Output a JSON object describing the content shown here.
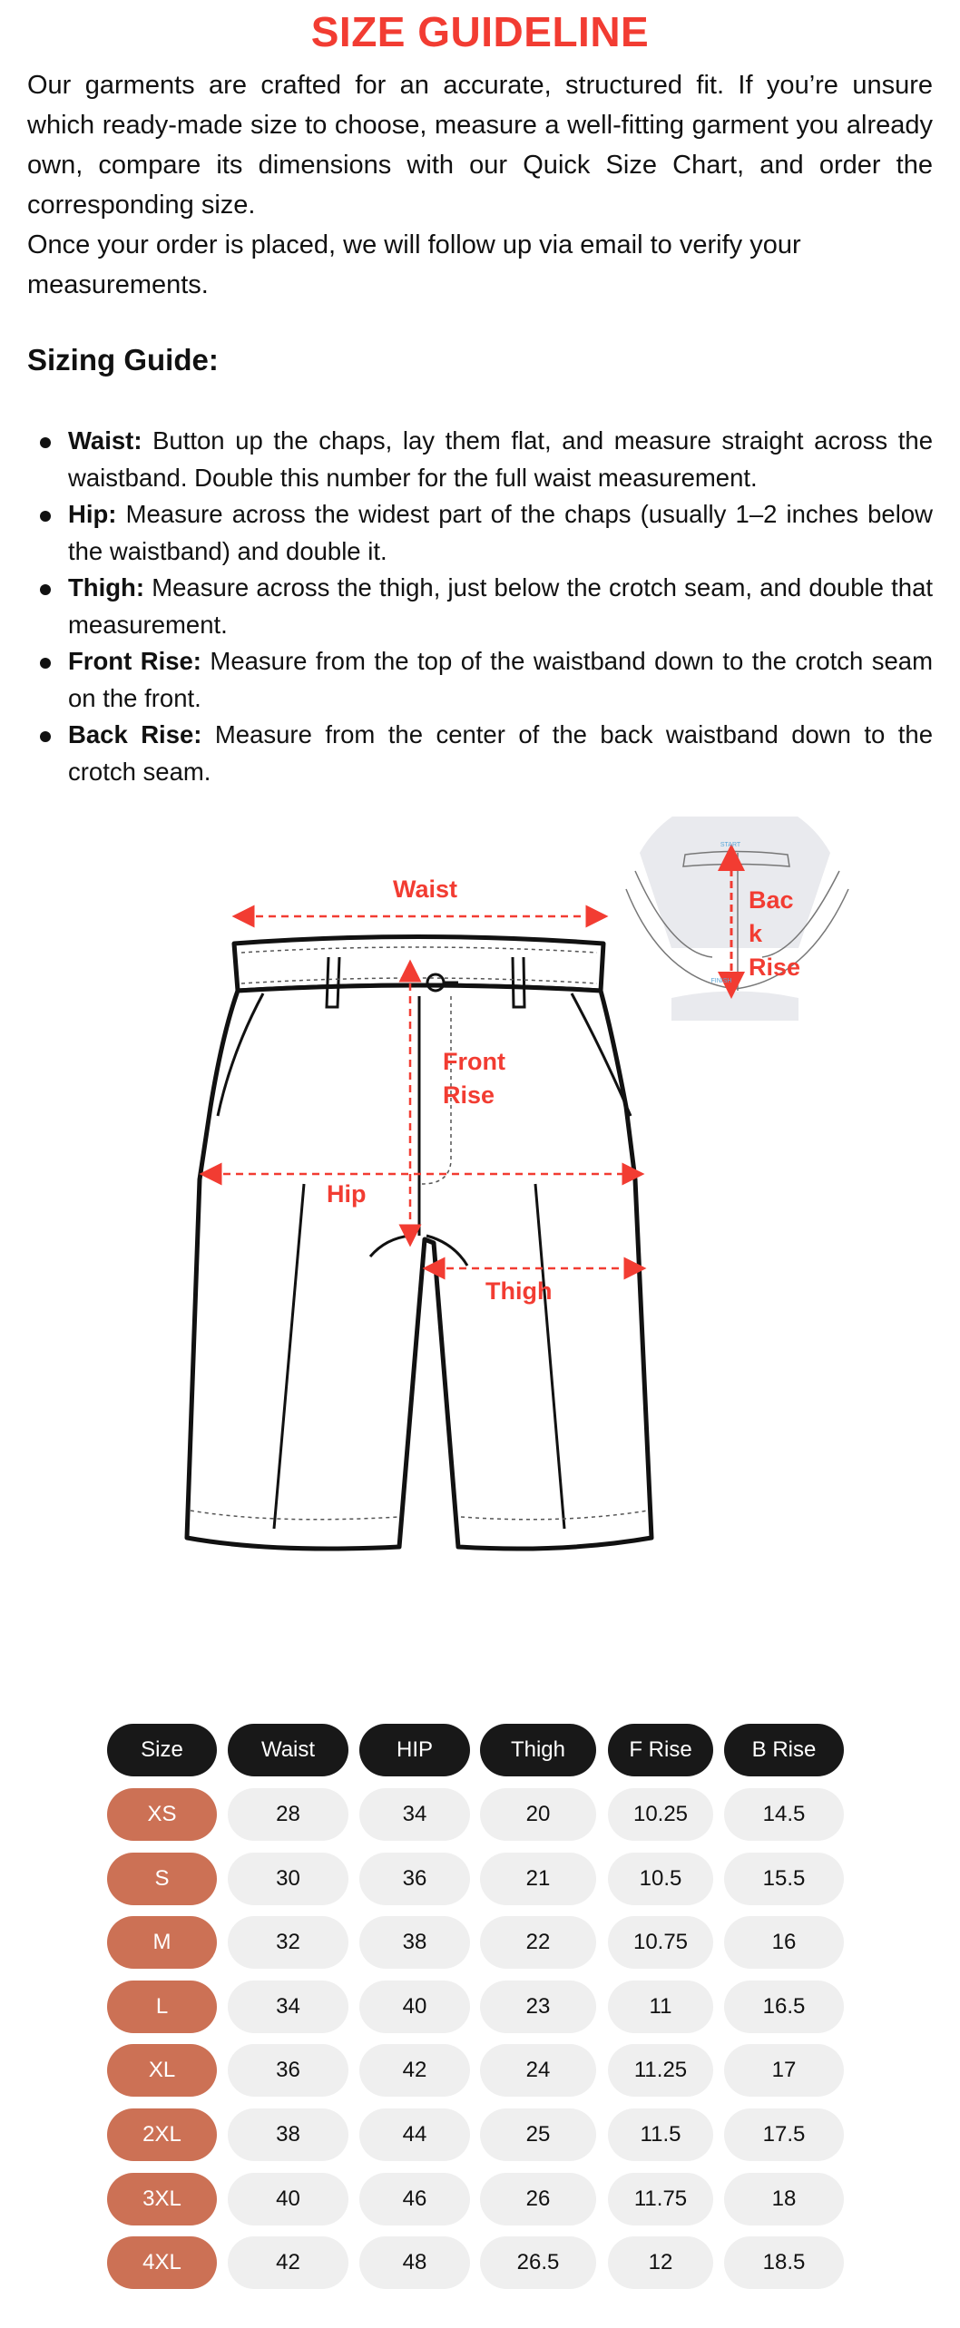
{
  "title": "SIZE GUIDELINE",
  "intro": {
    "p1": "Our garments are crafted for an accurate, structured fit. If you’re unsure which ready-made size to choose, measure a well-fitting garment you already own, compare its dimensions with our Quick Size Chart, and order the corresponding size.",
    "p2": "Once your order is placed, we will follow up via email to verify your measurements."
  },
  "sizing_guide": {
    "heading": "Sizing Guide:",
    "items": [
      {
        "term": "Waist:",
        "text": " Button up the chaps, lay them flat, and measure straight across the waistband. Double this number for the full waist measurement."
      },
      {
        "term": "Hip:",
        "text": " Measure across the widest part of the chaps (usually 1–2 inches below the waistband) and double it."
      },
      {
        "term": "Thigh:",
        "text": " Measure across the thigh, just below the crotch seam, and double that measurement."
      },
      {
        "term": "Front Rise:",
        "text": " Measure from the top of the waistband down to the crotch seam on the front."
      },
      {
        "term": "Back Rise:",
        "text": " Measure from the center of the back waistband down to the crotch seam."
      }
    ]
  },
  "diagram": {
    "waist": "Waist",
    "front_rise_1": "Front",
    "front_rise_2": "Rise",
    "hip": "Hip",
    "thigh": "Thigh",
    "back_rise_1": "Bac",
    "back_rise_2": "k",
    "back_rise_3": "Rise",
    "inset_start": "START",
    "inset_finish": "FINISH"
  },
  "colors": {
    "accent": "#f23c32",
    "size_pill": "#cc7155",
    "header_pill": "#181818",
    "cell_pill": "#efefef"
  },
  "table": {
    "headers": [
      "Size",
      "Waist",
      "HIP",
      "Thigh",
      "F Rise",
      "B Rise"
    ],
    "rows": [
      [
        "XS",
        "28",
        "34",
        "20",
        "10.25",
        "14.5"
      ],
      [
        "S",
        "30",
        "36",
        "21",
        "10.5",
        "15.5"
      ],
      [
        "M",
        "32",
        "38",
        "22",
        "10.75",
        "16"
      ],
      [
        "L",
        "34",
        "40",
        "23",
        "11",
        "16.5"
      ],
      [
        "XL",
        "36",
        "42",
        "24",
        "11.25",
        "17"
      ],
      [
        "2XL",
        "38",
        "44",
        "25",
        "11.5",
        "17.5"
      ],
      [
        "3XL",
        "40",
        "46",
        "26",
        "11.75",
        "18"
      ],
      [
        "4XL",
        "42",
        "48",
        "26.5",
        "12",
        "18.5"
      ]
    ]
  }
}
